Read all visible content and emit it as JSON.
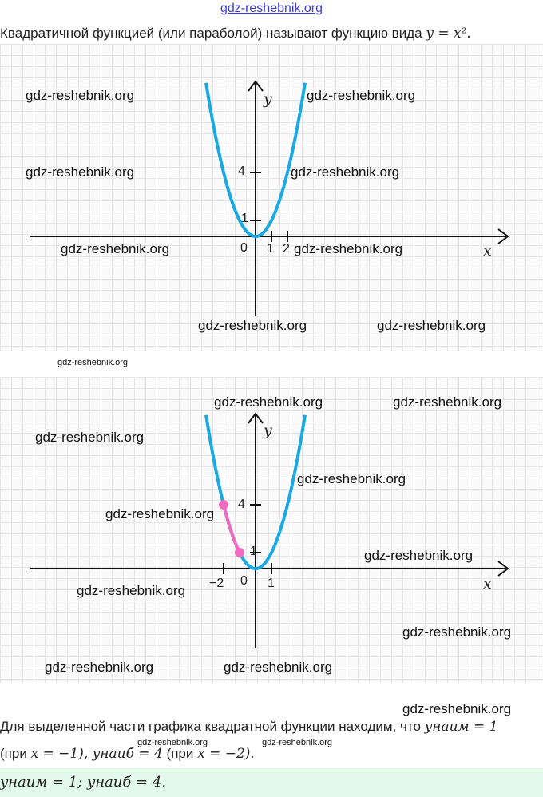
{
  "header": {
    "watermark": "gdz-reshebnik.org"
  },
  "intro": {
    "text": "Квадратичной функцией (или параболой) называют функцию вида ",
    "formula": "y = x²."
  },
  "graph1": {
    "y_label": "y",
    "x_label": "x",
    "origin": "0",
    "ticks_x": [
      "1",
      "2"
    ],
    "ticks_y": [
      "1",
      "4"
    ],
    "curve_color": "#1ba9e1",
    "x_range": [
      -3.1,
      3.1
    ]
  },
  "graph2": {
    "y_label": "y",
    "x_label": "x",
    "origin": "0",
    "ticks_x": [
      "−2",
      "1"
    ],
    "ticks_y": [
      "1",
      "4"
    ],
    "curve_color": "#1ba9e1",
    "highlight_color": "#f06ac0",
    "highlight_x_range": [
      -2,
      -1
    ],
    "x_range": [
      -3.1,
      3.1
    ]
  },
  "watermark": "gdz-reshebnik.org",
  "conclusion": {
    "line1": "Для выделенной части графика квадратной функции находим, что ",
    "f1": "yнаим = 1",
    "line2a": "(при ",
    "f2": "x = −1), yнаиб = 4",
    "line2b": " (при ",
    "f3": "x = −2)."
  },
  "answer": {
    "text": "yнаим = 1; yнаиб = 4."
  }
}
